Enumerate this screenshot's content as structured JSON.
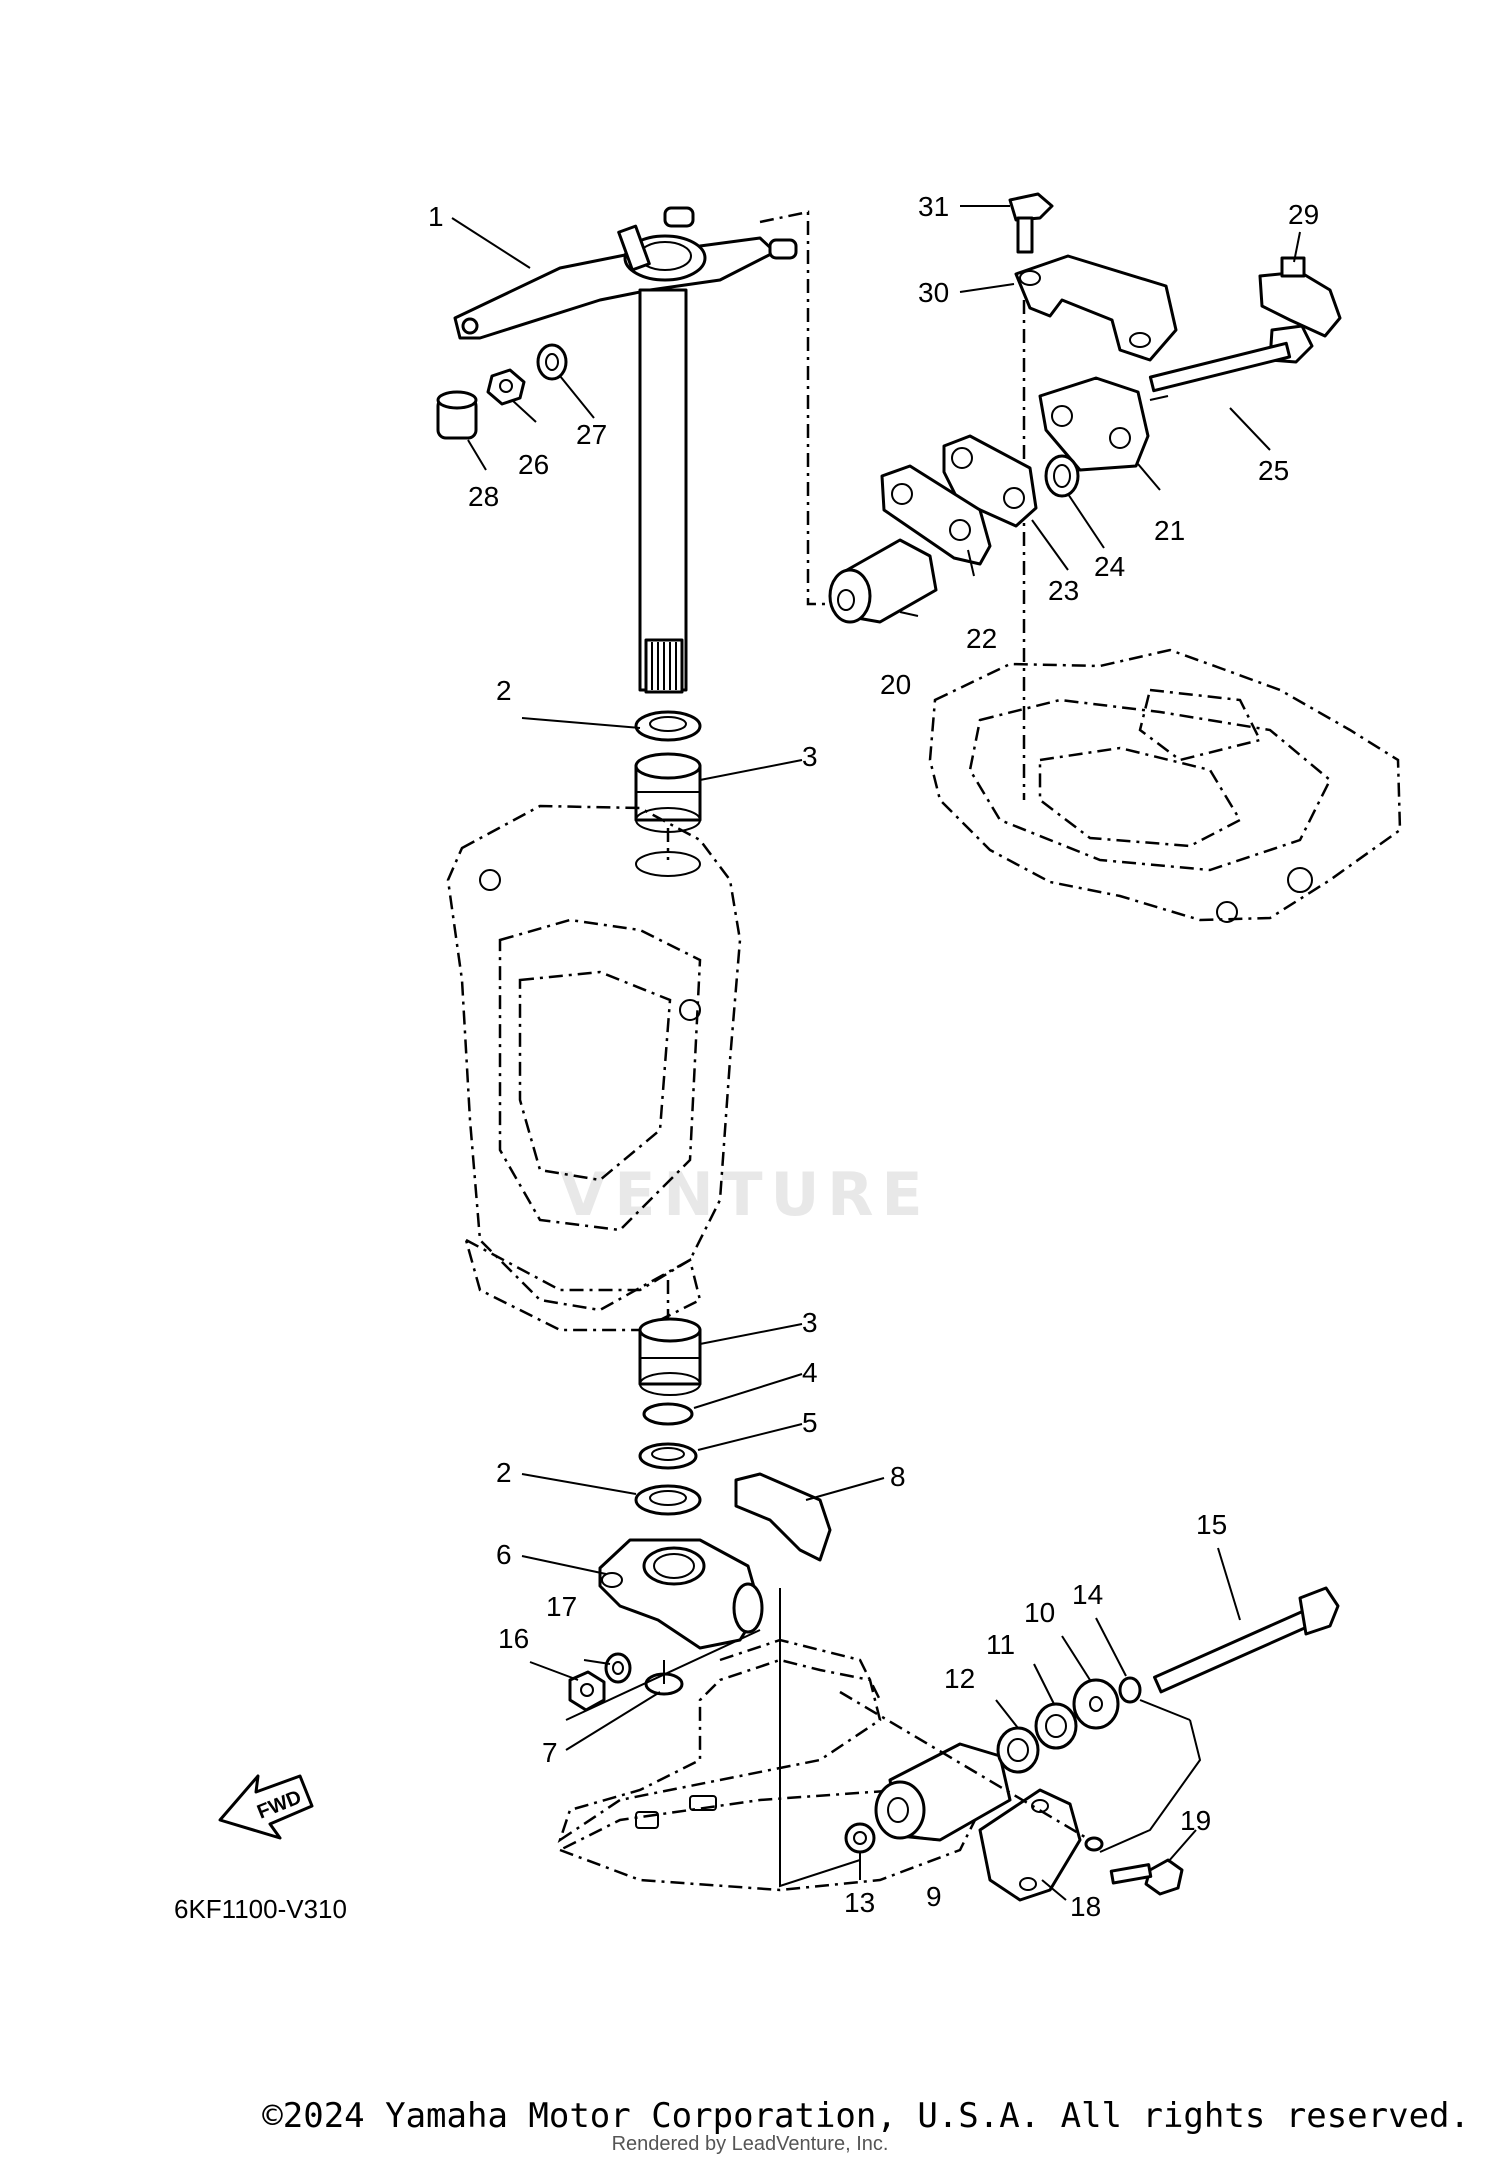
{
  "diagram": {
    "code": "6KF1100-V310",
    "fwd_label": "FWD",
    "watermark": "VENTURE",
    "labels": {
      "p1": "1",
      "p2a": "2",
      "p2b": "2",
      "p3a": "3",
      "p3b": "3",
      "p4": "4",
      "p5": "5",
      "p6": "6",
      "p7": "7",
      "p8": "8",
      "p9": "9",
      "p10": "10",
      "p11": "11",
      "p12": "12",
      "p13": "13",
      "p14": "14",
      "p15": "15",
      "p16": "16",
      "p17": "17",
      "p18": "18",
      "p19": "19",
      "p20": "20",
      "p21": "21",
      "p22": "22",
      "p23": "23",
      "p24": "24",
      "p25": "25",
      "p26": "26",
      "p27": "27",
      "p28": "28",
      "p29": "29",
      "p30": "30",
      "p31": "31"
    }
  },
  "footer": {
    "copyright": "©2024 Yamaha Motor Corporation, U.S.A. All rights reserved.",
    "rendered_by": "Rendered by LeadVenture, Inc."
  }
}
